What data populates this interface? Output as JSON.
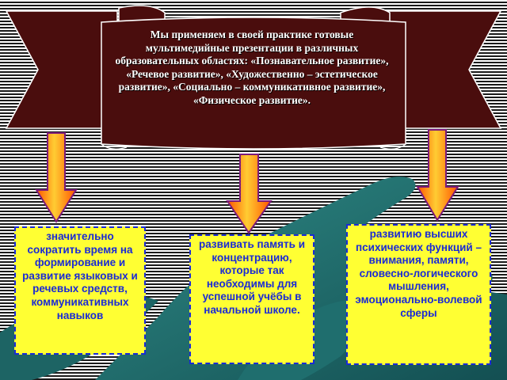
{
  "banner": {
    "text": "Мы применяем в своей практике готовые мультимедийные презентации в различных образовательных областях: «Познавательное развитие», «Речевое развитие», «Художественно – эстетическое развитие», «Социально – коммуникативное развитие», «Физическое развитие»."
  },
  "boxes": {
    "left": "значительно сократить время на формирование и развитие языковых и речевых средств, коммуникативных навыков",
    "center": "развивать память и концентрацию, которые так необходимы для успешной учёбы в начальной школе.",
    "right": "развитию высших психических функций – внимания, памяти, словесно-логического мышления, эмоционально-волевой сферы"
  },
  "colors": {
    "banner_fill": "#4a0d0d",
    "box_fill": "#ffff33",
    "box_text": "#1a2ad6",
    "arrow_fill": "#ff6a00",
    "arrow_highlight": "#ffcc33",
    "hand": "#1f6e6e"
  }
}
